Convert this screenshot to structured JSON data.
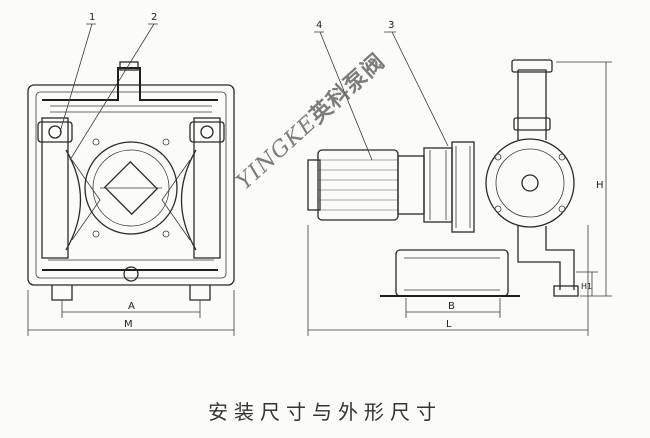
{
  "caption": "安装尺寸与外形尺寸",
  "watermark": {
    "latin": "YINGKE",
    "chinese": "英科泵阀"
  },
  "callouts": [
    "1",
    "2",
    "4",
    "3"
  ],
  "dimensions": {
    "a": "A",
    "m": "M",
    "b": "B",
    "l": "L",
    "h": "H",
    "h1": "H1"
  }
}
